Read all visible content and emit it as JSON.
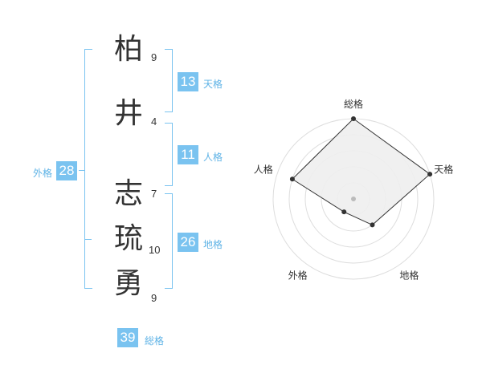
{
  "chars": [
    {
      "glyph": "柏",
      "strokes": "9"
    },
    {
      "glyph": "井",
      "strokes": "4"
    },
    {
      "glyph": "志",
      "strokes": "7"
    },
    {
      "glyph": "琉",
      "strokes": "10"
    },
    {
      "glyph": "勇",
      "strokes": "9"
    }
  ],
  "kaku": {
    "ten": {
      "value": "13",
      "label": "天格"
    },
    "jin": {
      "value": "11",
      "label": "人格"
    },
    "chi": {
      "value": "26",
      "label": "地格"
    },
    "gai": {
      "value": "28",
      "label": "外格"
    },
    "sou": {
      "value": "39",
      "label": "総格"
    }
  },
  "colors": {
    "accent": "#7ac3f0",
    "label": "#5fb3e6",
    "text": "#333333"
  },
  "chart_data": {
    "type": "radar",
    "axes": [
      "総格",
      "天格",
      "地格",
      "外格",
      "人格"
    ],
    "values": [
      5,
      5,
      2,
      1,
      4
    ],
    "max": 5
  }
}
